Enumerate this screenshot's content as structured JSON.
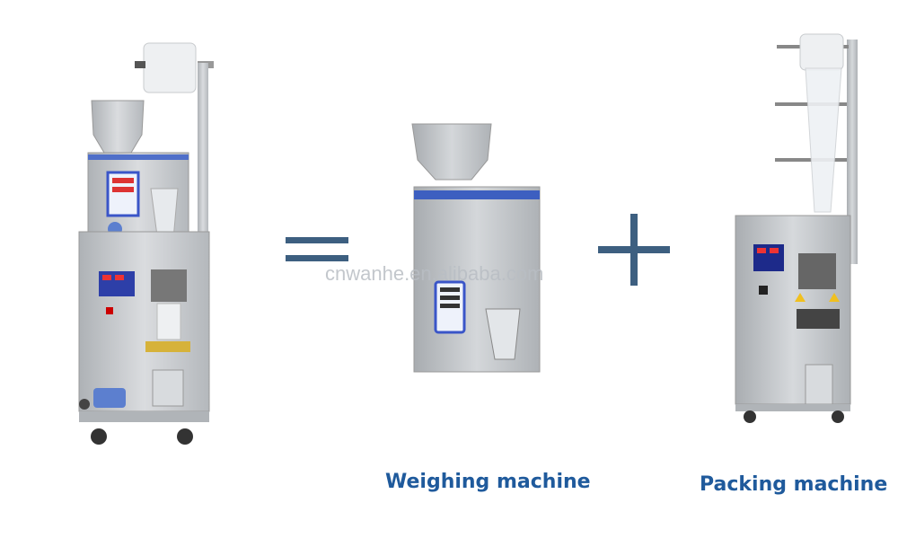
{
  "captions": {
    "weighing": "Weighing machine",
    "packing": "Packing machine"
  },
  "watermark": "cnwanhe.en.alibaba.com",
  "symbols": {
    "equals": "equals-sign",
    "plus": "plus-sign"
  },
  "colors": {
    "caption": "#1f5a9c",
    "symbol": "#3d5f80",
    "steel": "#c9ccd0",
    "panel_blue": "#3a55c8"
  }
}
